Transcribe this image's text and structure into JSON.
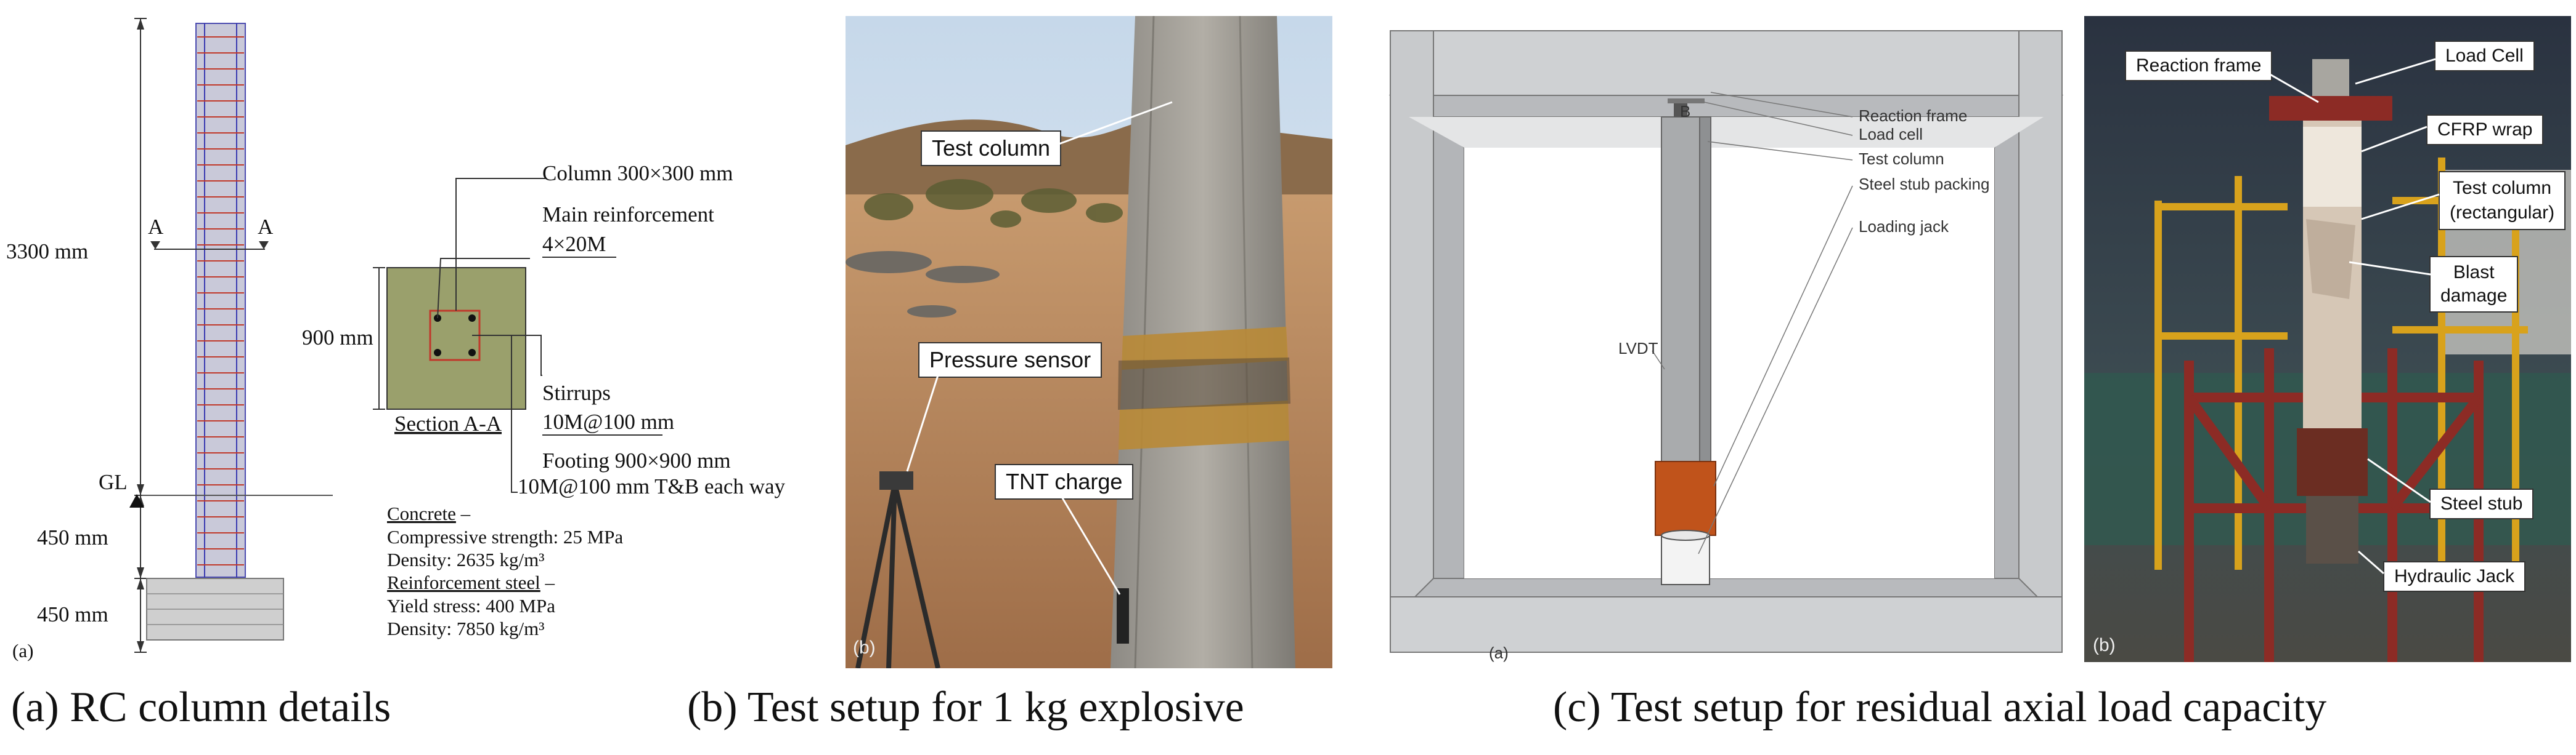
{
  "panel_a": {
    "sub_label": "(a)",
    "height_3300": "3300 mm",
    "section_mark": "A",
    "gl": "GL",
    "h450_top": "450 mm",
    "h450_bot": "450 mm",
    "col_label": "Column 300×300 mm",
    "main_reinf": "Main reinforcement",
    "main_reinf_val": "4×20M",
    "width_900": "900 mm",
    "section_label": "Section A-A",
    "stirrups": "Stirrups",
    "stirrups_val": "10M@100 mm",
    "footing": "Footing 900×900 mm",
    "footing_val": "10M@100 mm T&B each way",
    "concrete_head": "Concrete",
    "concrete_dash": " –",
    "concrete_fc": "Compressive strength: 25 MPa",
    "concrete_density": "Density: 2635 kg/m³",
    "steel_head": "Reinforcement steel",
    "steel_dash": " –",
    "steel_fy": "Yield stress: 400 MPa",
    "steel_density": "Density: 7850 kg/m³"
  },
  "panel_b": {
    "sub_label": "(b)",
    "test_column": "Test column",
    "pressure_sensor": "Pressure sensor",
    "tnt_charge": "TNT charge"
  },
  "panel_c1": {
    "sub_label": "(a)",
    "reaction_frame": "Reaction frame",
    "load_cell": "Load cell",
    "test_column": "Test column",
    "steel_stub": "Steel stub packing",
    "loading_jack": "Loading jack",
    "lvdt": "LVDT",
    "top_mark": "B"
  },
  "panel_c2": {
    "sub_label": "(b)",
    "reaction_frame": "Reaction frame",
    "load_cell": "Load Cell",
    "cfrp": "CFRP wrap",
    "test_column": "Test column",
    "test_column_2": "(rectangular)",
    "blast": "Blast",
    "blast_2": "damage",
    "steel_stub": "Steel stub",
    "hydraulic_jack": "Hydraulic Jack"
  },
  "captions": {
    "a": "(a) RC column details",
    "b": "(b) Test setup for 1 kg explosive",
    "c": "(c) Test setup for residual axial load capacity"
  },
  "colors": {
    "section_fill": "#9aa06c",
    "rebar_red": "#c0392b",
    "column_fill": "#c9c9d9",
    "frame_grey": "#c8cacc",
    "steel_orange": "#c0531b",
    "lab_red": "#8c2b25",
    "lab_yellow": "#d8a21c"
  }
}
